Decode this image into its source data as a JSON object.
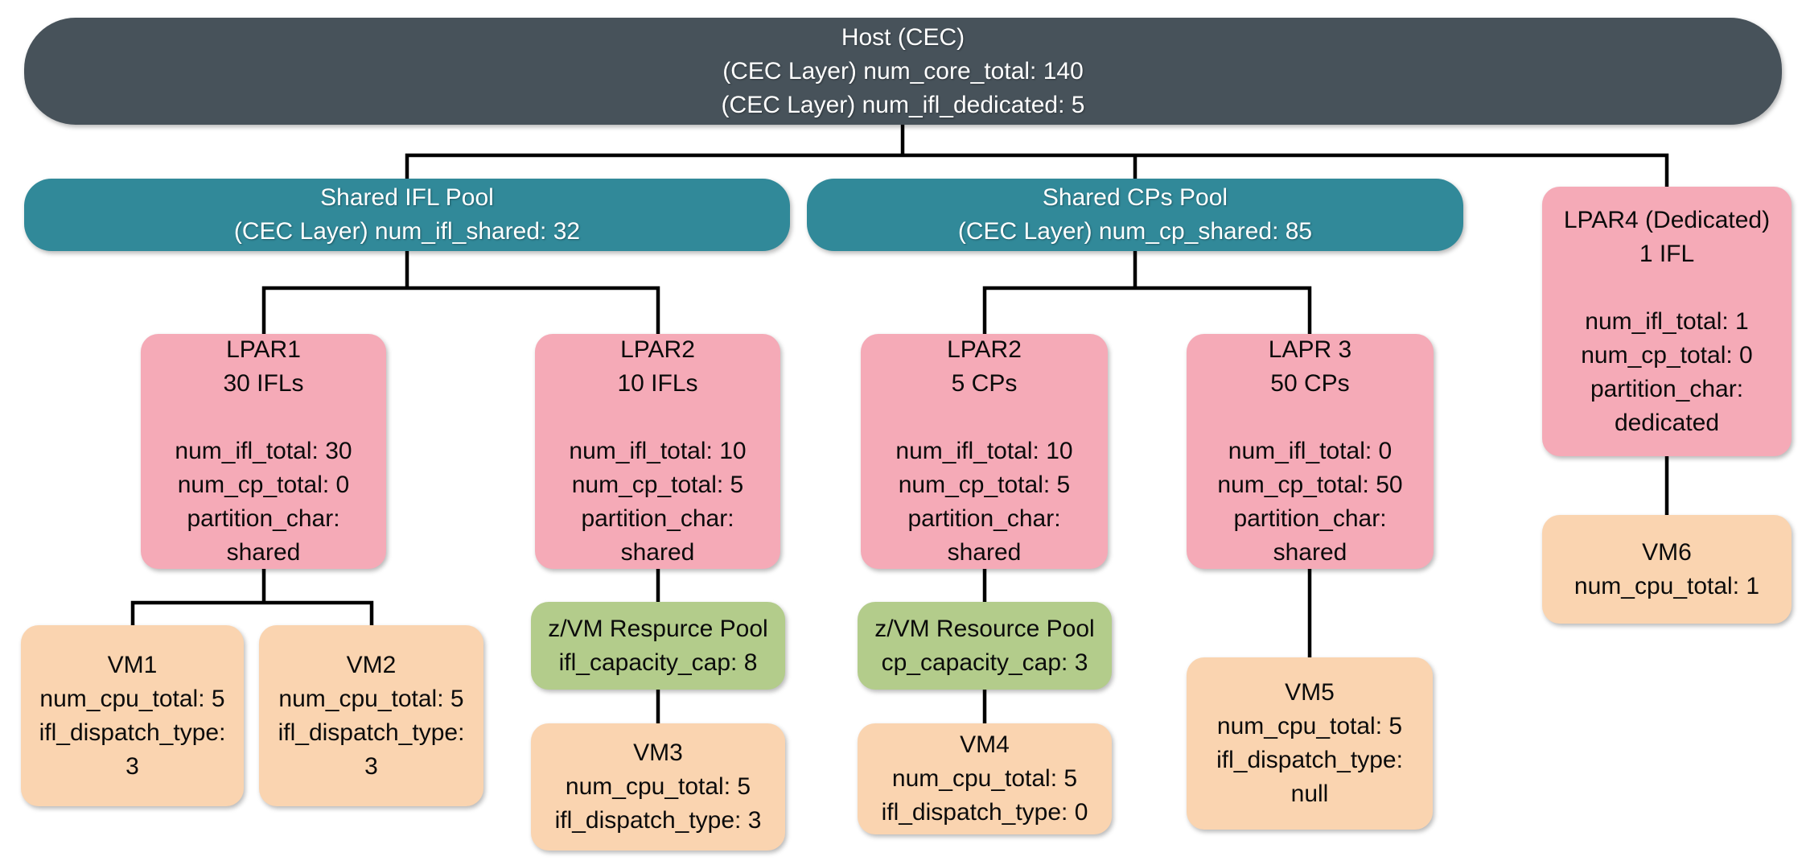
{
  "diagram": {
    "description": "Host (CEC) CPU topology tree with shared pools, LPARs, z/VM resource pools and VMs",
    "colors": {
      "host_box": "#47525A",
      "shared_pool_box": "#318999",
      "lpar_box": "#F5AAB7",
      "zvm_pool_box": "#B3CC8B",
      "vm_box": "#FAD4B0",
      "connector_line": "#000000",
      "text_on_dark": "#FFFFFF",
      "text_on_light": "#0B0B0B"
    },
    "nodes": {
      "host": {
        "lines": [
          "Host (CEC)",
          "(CEC Layer) num_core_total: 140",
          "(CEC Layer) num_ifl_dedicated: 5"
        ]
      },
      "shared_ifl_pool": {
        "lines": [
          "Shared IFL Pool",
          "(CEC Layer) num_ifl_shared: 32"
        ]
      },
      "shared_cps_pool": {
        "lines": [
          "Shared CPs Pool",
          "(CEC Layer) num_cp_shared: 85"
        ]
      },
      "lpar4": {
        "lines": [
          "LPAR4 (Dedicated)",
          "1 IFL",
          "",
          "num_ifl_total: 1",
          "num_cp_total: 0",
          "partition_char:",
          "dedicated"
        ]
      },
      "lpar1": {
        "lines": [
          "LPAR1",
          "30 IFLs",
          "",
          "num_ifl_total: 30",
          "num_cp_total: 0",
          "partition_char:",
          "shared"
        ]
      },
      "lpar2_ifl": {
        "lines": [
          "LPAR2",
          "10 IFLs",
          "",
          "num_ifl_total: 10",
          "num_cp_total: 5",
          "partition_char:",
          "shared"
        ]
      },
      "lpar2_cp": {
        "lines": [
          "LPAR2",
          "5 CPs",
          "",
          "num_ifl_total: 10",
          "num_cp_total: 5",
          "partition_char:",
          "shared"
        ]
      },
      "lapr3": {
        "lines": [
          "LAPR 3",
          "50 CPs",
          "",
          "num_ifl_total: 0",
          "num_cp_total: 50",
          "partition_char:",
          "shared"
        ]
      },
      "zvm_pool_ifl": {
        "lines": [
          "z/VM Respurce Pool",
          "ifl_capacity_cap: 8"
        ]
      },
      "zvm_pool_cp": {
        "lines": [
          "z/VM Resource Pool",
          "cp_capacity_cap: 3"
        ]
      },
      "vm1": {
        "lines": [
          "VM1",
          "num_cpu_total: 5",
          "ifl_dispatch_type:",
          "3"
        ]
      },
      "vm2": {
        "lines": [
          "VM2",
          "num_cpu_total: 5",
          "ifl_dispatch_type:",
          "3"
        ]
      },
      "vm3": {
        "lines": [
          "VM3",
          "num_cpu_total: 5",
          "ifl_dispatch_type: 3"
        ]
      },
      "vm4": {
        "lines": [
          "VM4",
          "num_cpu_total: 5",
          "ifl_dispatch_type: 0"
        ]
      },
      "vm5": {
        "lines": [
          "VM5",
          "num_cpu_total: 5",
          "ifl_dispatch_type:",
          "null"
        ]
      },
      "vm6": {
        "lines": [
          "VM6",
          "num_cpu_total: 1"
        ]
      }
    }
  }
}
